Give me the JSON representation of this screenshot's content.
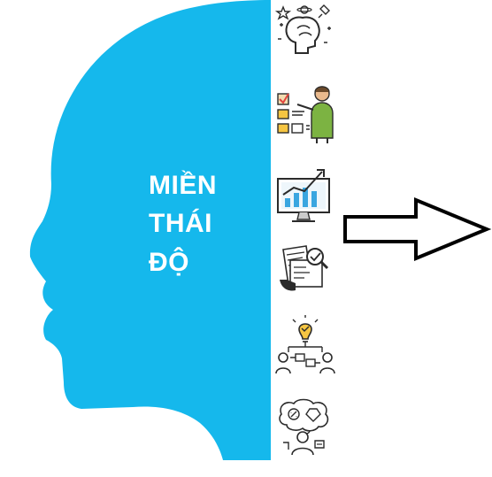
{
  "domain_label": {
    "lines": [
      "MIỀN",
      "THÁI",
      "ĐỘ"
    ]
  },
  "colors": {
    "head": "#15b8ec",
    "text": "#ffffff",
    "arrow_stroke": "#000000",
    "icon_dark": "#2b2b2b",
    "icon_accent_yellow": "#f5c542",
    "icon_accent_blue": "#3aa6e0",
    "icon_accent_red": "#e2463f",
    "icon_accent_green": "#7cb342"
  },
  "icons": [
    "brain-ideas-icon",
    "presenter-checklist-icon",
    "growth-chart-monitor-icon",
    "document-review-icon",
    "team-collaboration-idea-icon",
    "decision-thinking-icon"
  ],
  "arrow": {
    "direction": "right"
  }
}
